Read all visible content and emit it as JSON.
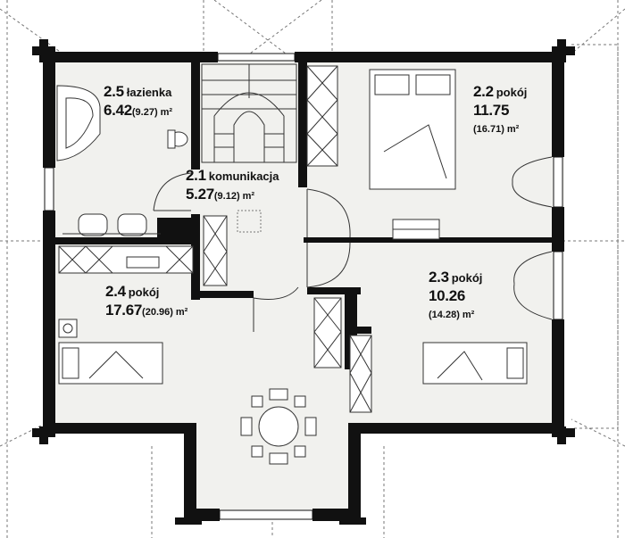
{
  "rooms": [
    {
      "id": "2.5",
      "name": "łazienka",
      "area": "6.42",
      "area_total": "(9.27)",
      "unit": "m²"
    },
    {
      "id": "2.1",
      "name": "komunikacja",
      "area": "5.27",
      "area_total": "(9.12)",
      "unit": "m²"
    },
    {
      "id": "2.2",
      "name": "pokój",
      "area": "11.75",
      "area_total": "(16.71)",
      "unit": "m²"
    },
    {
      "id": "2.3",
      "name": "pokój",
      "area": "10.26",
      "area_total": "(14.28)",
      "unit": "m²"
    },
    {
      "id": "2.4",
      "name": "pokój",
      "area": "17.67",
      "area_total": "(20.96)",
      "unit": "m²"
    }
  ],
  "colors": {
    "wall": "#111111",
    "floor": "#f1f1ee",
    "furniture_line": "#333333",
    "dashed": "#777777"
  }
}
